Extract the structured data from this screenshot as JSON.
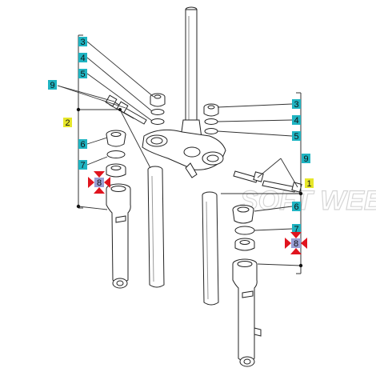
{
  "diagram": {
    "watermark": "SOFT WEB",
    "colors": {
      "callout_fill": "#1fb4c2",
      "group_label_fill": "#e6e62a",
      "marker_red": "#e0141e",
      "marker_center": "#9a9fd6",
      "line": "#333333",
      "part_stroke": "#222222"
    },
    "callouts": [
      {
        "id": "left-3",
        "label": "3"
      },
      {
        "id": "left-4",
        "label": "4"
      },
      {
        "id": "left-5",
        "label": "5"
      },
      {
        "id": "left-9",
        "label": "9"
      },
      {
        "id": "left-2",
        "label": "2"
      },
      {
        "id": "left-6",
        "label": "6"
      },
      {
        "id": "left-7",
        "label": "7"
      },
      {
        "id": "left-8",
        "label": "8"
      },
      {
        "id": "right-3",
        "label": "3"
      },
      {
        "id": "right-4",
        "label": "4"
      },
      {
        "id": "right-5",
        "label": "5"
      },
      {
        "id": "right-9",
        "label": "9"
      },
      {
        "id": "right-1",
        "label": "1"
      },
      {
        "id": "right-6",
        "label": "6"
      },
      {
        "id": "right-7",
        "label": "7"
      },
      {
        "id": "right-8",
        "label": "8"
      }
    ]
  }
}
